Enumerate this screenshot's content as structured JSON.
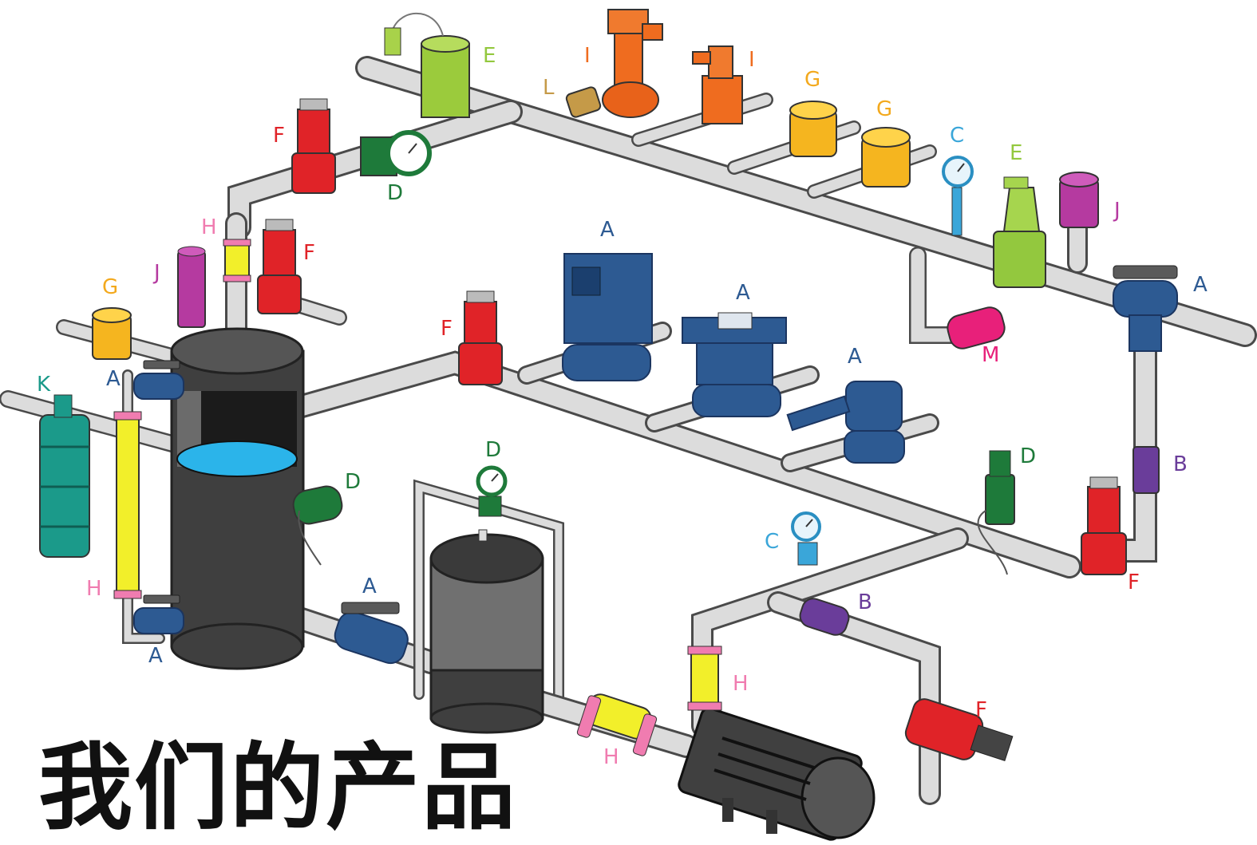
{
  "title": "我们的产品",
  "colors": {
    "A": "#2d5a92",
    "B": "#6a3d9a",
    "C": "#3aa6d9",
    "D": "#1e7a3a",
    "E": "#93c83e",
    "F": "#e02328",
    "G": "#f3a91d",
    "H": "#f07cb0",
    "I": "#ef6c1f",
    "J": "#b53aa0",
    "K": "#1b9a8a",
    "L": "#c59a48",
    "M": "#e8207a"
  },
  "labels": {
    "E1": "E",
    "I1": "I",
    "I2": "I",
    "L1": "L",
    "G1": "G",
    "G2": "G",
    "C1": "C",
    "E2": "E",
    "J1": "J",
    "A1": "A",
    "F1": "F",
    "D1": "D",
    "H1": "H",
    "F2": "F",
    "A2": "A",
    "A3": "A",
    "G3": "G",
    "J2": "J",
    "F3": "F",
    "M1": "M",
    "A4": "A",
    "K1": "K",
    "A5": "A",
    "D2": "D",
    "D3": "D",
    "D4": "D",
    "B1": "B",
    "C2": "C",
    "H2": "H",
    "A6": "A",
    "F4": "F",
    "B2": "B",
    "H3": "H",
    "F5": "F",
    "A7": "A",
    "H4": "H"
  }
}
